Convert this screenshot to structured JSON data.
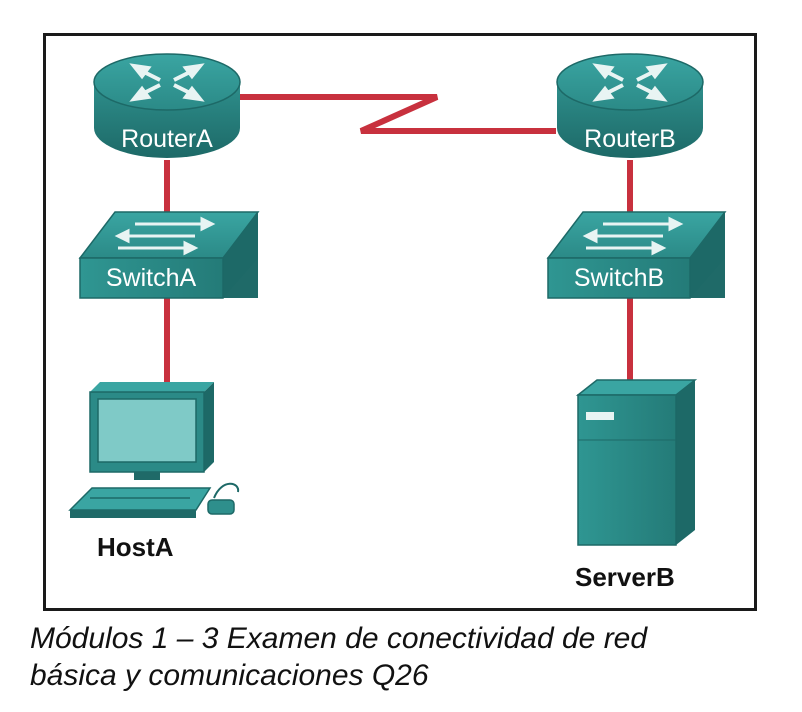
{
  "diagram": {
    "devices": {
      "router_a": "RouterA",
      "router_b": "RouterB",
      "switch_a": "SwitchA",
      "switch_b": "SwitchB",
      "host_a": "HostA",
      "server_b": "ServerB"
    },
    "colors": {
      "device_teal": "#2e8f8c",
      "device_dark": "#1f6a68",
      "link_red": "#c8313e",
      "frame": "#1a1a1a"
    }
  },
  "caption": {
    "line1": "Módulos 1 – 3 Examen de conectividad de red",
    "line2": "básica y comunicaciones Q26"
  }
}
